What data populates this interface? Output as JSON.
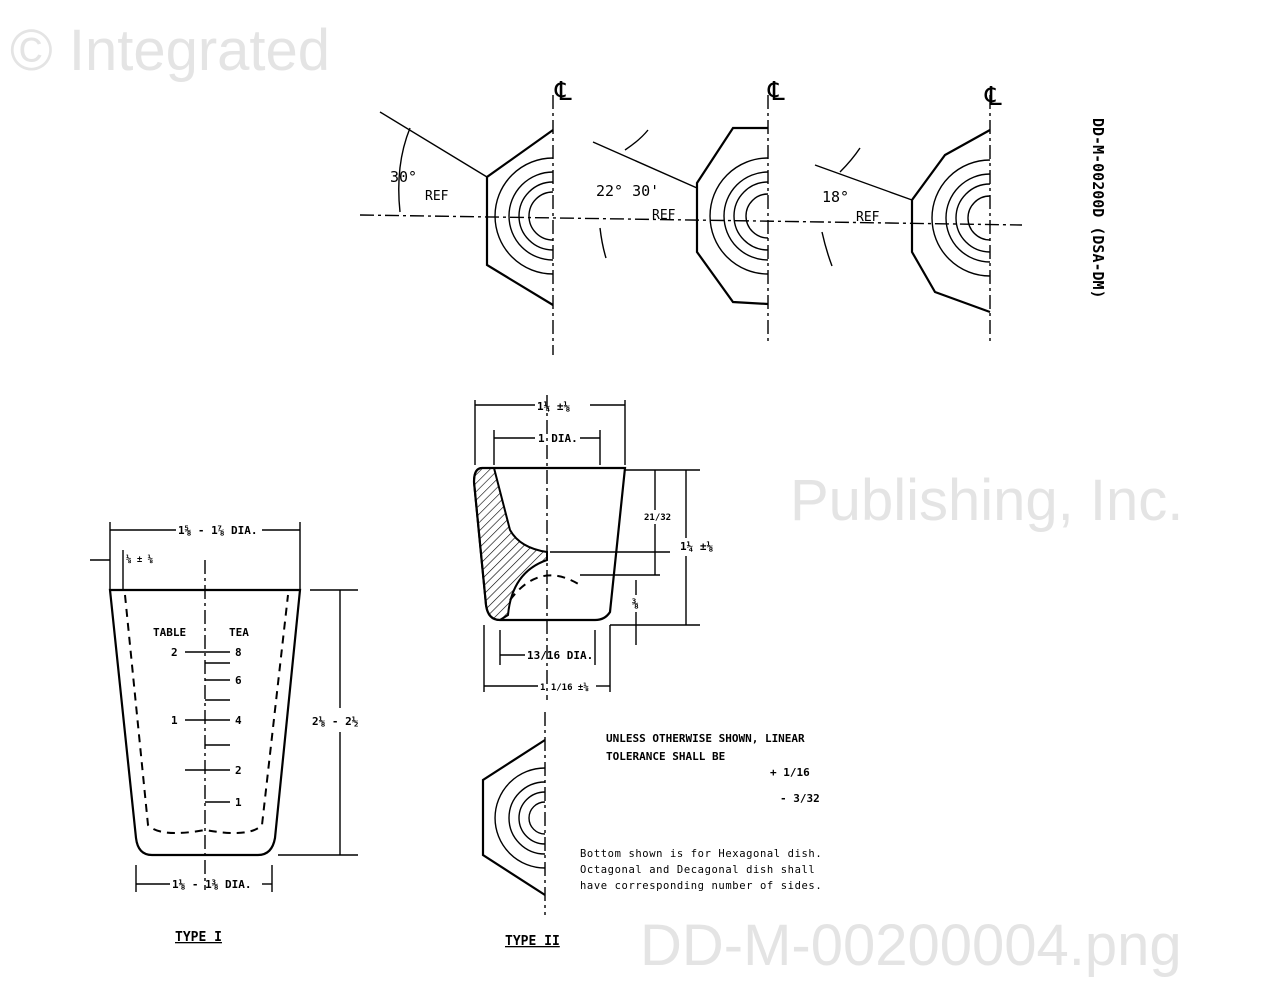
{
  "watermark": {
    "line1": "© Integrated",
    "line2": "Publishing, Inc.",
    "line3": "DD-M-00200004.png"
  },
  "side_label": "DD-M-00200D (DSA-DM)",
  "centerline_symbol": "℄",
  "top_views": [
    {
      "angle": "30°",
      "ref": "REF",
      "shape": "hexagonal"
    },
    {
      "angle": "22° 30'",
      "ref": "REF",
      "shape": "octagonal"
    },
    {
      "angle": "18°",
      "ref": "REF",
      "shape": "decagonal"
    }
  ],
  "type1": {
    "top_dia": "1⅝ - 1⅞ DIA.",
    "wall": "⅛ ± ⅛",
    "table_label": "TABLE",
    "tea_label": "TEA",
    "table_marks": [
      "2",
      "1"
    ],
    "tea_marks": [
      "8",
      "6",
      "4",
      "2",
      "1"
    ],
    "height": "2⅛ - 2½",
    "bottom_dia": "1⅛ - 1⅜ DIA.",
    "caption": "TYPE I"
  },
  "type2": {
    "overall_top": "1¼ ±⅛",
    "inner_top": "1 DIA.",
    "depth": "21/32",
    "height": "1¼ ±⅛",
    "bottom_thick": "⅜",
    "bottom_inner": "13/16 DIA.",
    "bottom_outer": "1 1/16 ±⅛",
    "caption": "TYPE II"
  },
  "notes": {
    "tol_line1": "UNLESS OTHERWISE SHOWN, LINEAR",
    "tol_line2": "TOLERANCE SHALL BE",
    "tol_plus": "+ 1/16",
    "tol_minus": "- 3/32",
    "bottom_line1": "Bottom shown is for Hexagonal dish.",
    "bottom_line2": "Octagonal and Decagonal dish shall",
    "bottom_line3": "have corresponding number of sides."
  }
}
